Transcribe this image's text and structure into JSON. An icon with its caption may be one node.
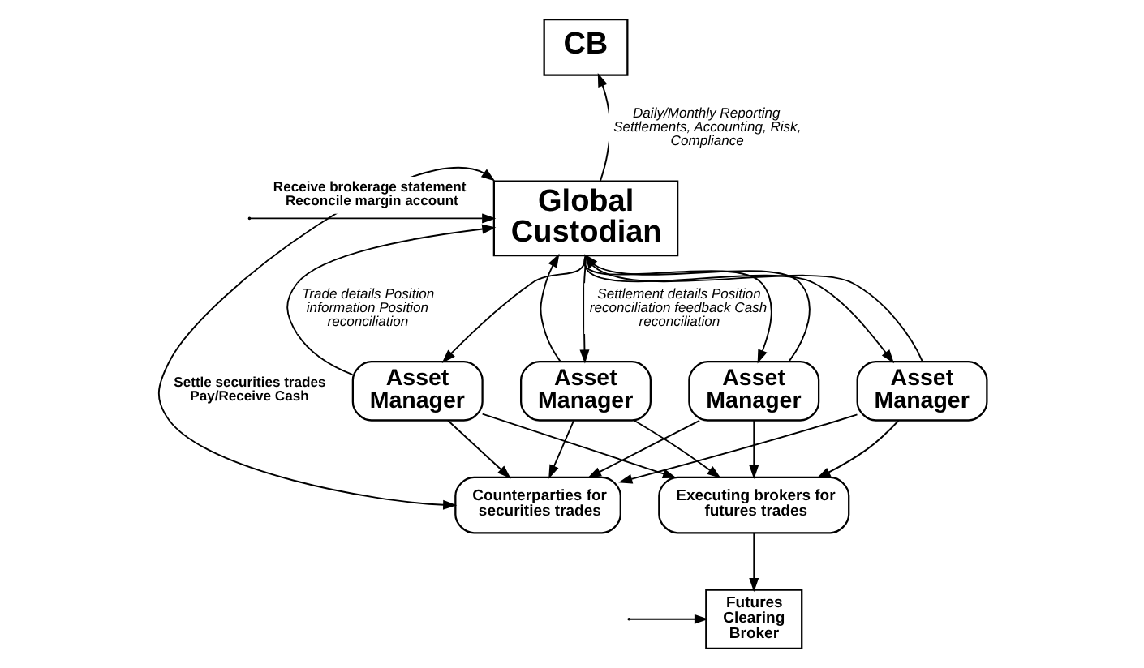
{
  "diagram": {
    "nodes": [
      {
        "text": [
          "CB"
        ]
      },
      {
        "text": [
          "Global Custodian"
        ]
      },
      {
        "text": [
          "Asset Manager"
        ]
      },
      {
        "text": [
          "Asset Manager"
        ]
      },
      {
        "text": [
          "Asset Manager"
        ]
      },
      {
        "text": [
          "Asset Manager"
        ]
      },
      {
        "text": [
          "Counterparties for securities trades"
        ]
      },
      {
        "text": [
          "Executing brokers for futures trades"
        ]
      },
      {
        "text": [
          "Futures Clearing Broker"
        ]
      }
    ],
    "edges": [
      {
        "from": 1,
        "to": 0,
        "arrow": "to",
        "label": "Daily/Monthly Reporting Settlements, Accounting, Risk, Compliance"
      },
      {
        "from": 2,
        "to": 1,
        "arrow": "to",
        "label": "Trade details Position information Position reconciliation"
      },
      {
        "from": 3,
        "to": 1,
        "arrow": "to"
      },
      {
        "from": 4,
        "to": 1,
        "arrow": "to"
      },
      {
        "from": 5,
        "to": 1,
        "arrow": "to"
      },
      {
        "from": 1,
        "to": 2,
        "arrow": "to"
      },
      {
        "from": 1,
        "to": 3,
        "arrow": "to"
      },
      {
        "from": 1,
        "to": 4,
        "arrow": "to",
        "label": "Settlement details Position reconciliation feedback Cash reconciliation"
      },
      {
        "from": 1,
        "to": 5,
        "arrow": "to"
      },
      {
        "from": 2,
        "to": 6,
        "arrow": "to"
      },
      {
        "from": 3,
        "to": 6,
        "arrow": "to"
      },
      {
        "from": 4,
        "to": 6,
        "arrow": "to"
      },
      {
        "from": 5,
        "to": 6,
        "arrow": "to"
      },
      {
        "from": 2,
        "to": 7,
        "arrow": "to"
      },
      {
        "from": 3,
        "to": 7,
        "arrow": "to"
      },
      {
        "from": 4,
        "to": 7,
        "arrow": "to"
      },
      {
        "from": 5,
        "to": 7,
        "arrow": "to"
      },
      {
        "from": 6,
        "to": 1,
        "arrow": "both",
        "label": "Settle securities trades Pay/Receive Cash"
      },
      {
        "from": null,
        "to": 1,
        "arrow": "to",
        "label": "Receive brokerage statement Reconcile margin account"
      },
      {
        "from": 7,
        "to": 8,
        "arrow": "to"
      },
      {
        "from": null,
        "to": 8,
        "arrow": "to"
      }
    ]
  }
}
